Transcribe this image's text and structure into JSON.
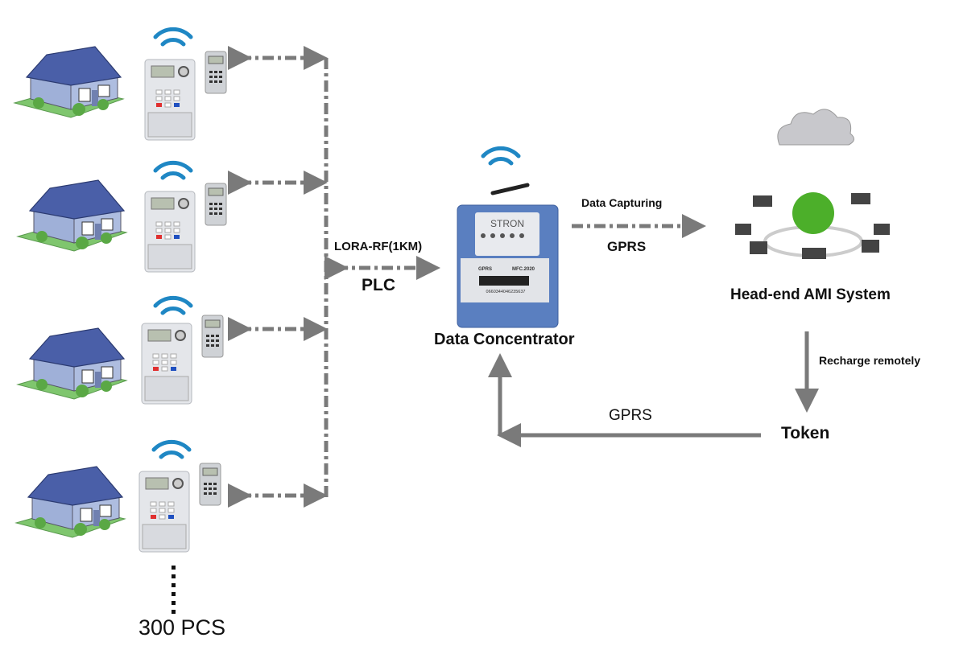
{
  "diagram": {
    "meters": [
      {
        "id": "meter-1"
      },
      {
        "id": "meter-2"
      },
      {
        "id": "meter-3"
      },
      {
        "id": "meter-4"
      }
    ],
    "meter_count_label": "300 PCS",
    "link_label_top": "LORA-RF(1KM)",
    "link_label_bottom": "PLC",
    "concentrator": {
      "label": "Data Concentrator",
      "brand": "STRON",
      "gprs_tag": "GPRS",
      "model": "MFC.2020",
      "serial": "0660344046235637"
    },
    "data_capturing_label": "Data Capturing",
    "gprs_upper_label": "GPRS",
    "headend_label": "Head-end AMI System",
    "recharge_label": "Recharge remotely",
    "token_label": "Token",
    "gprs_lower_label": "GPRS",
    "colors": {
      "wifi": "#1f87c4",
      "arrow": "#7a7a7a",
      "concentrator_body": "#5a7fc0",
      "roof": "#4a5fa8",
      "house_wall": "#9fb0d8",
      "grass": "#7fc66e",
      "globe": "#4caf2a"
    }
  }
}
